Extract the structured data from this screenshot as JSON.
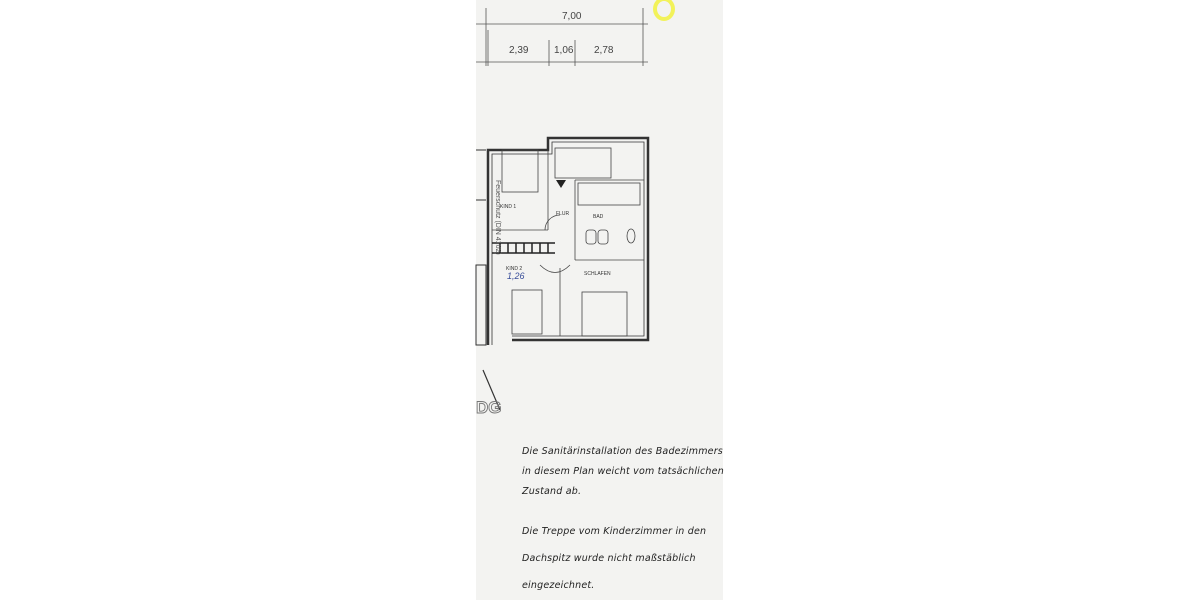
{
  "plan": {
    "dimensions": {
      "total": "7,00",
      "segments": [
        "2,39",
        "1,06",
        "2,78"
      ]
    },
    "rooms": {
      "kind1": "KIND 1",
      "flur": "FLUR",
      "bad": "BAD",
      "kind2": "KIND 2",
      "schlafen": "SCHLAFEN"
    },
    "handwritten_mark": "1,26",
    "wall_label": "Feuerschutz (DIN 4102)",
    "floor_label": "DG"
  },
  "notes": [
    [
      "Die Sanitärinstallation des Badezimmers",
      "in diesem Plan weicht vom tatsächlichen",
      "Zustand ab."
    ],
    [
      "Die Treppe vom Kinderzimmer in den",
      "Dachspitz wurde nicht maßstäblich",
      "eingezeichnet."
    ]
  ],
  "colors": {
    "paper": "#f3f3f1",
    "ink": "#333333",
    "highlight": "#f2f25a",
    "pen": "#3a4f9a"
  }
}
